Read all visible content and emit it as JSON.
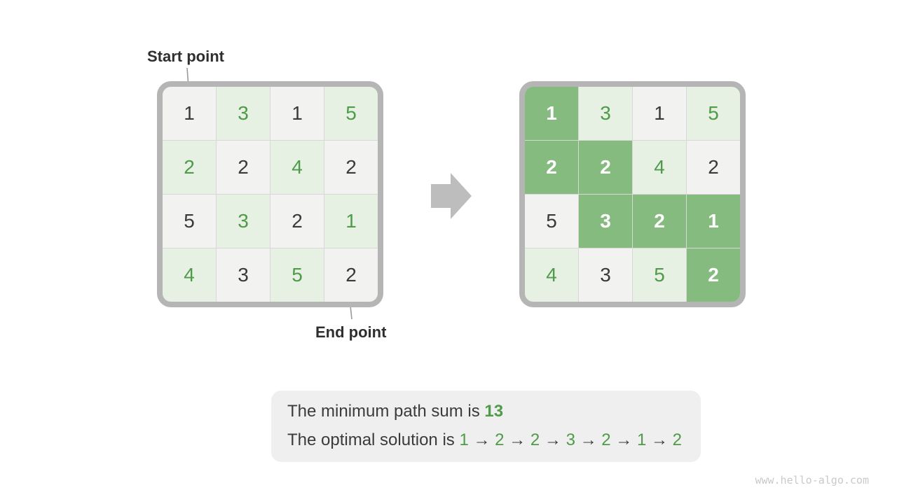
{
  "labels": {
    "start_point": "Start point",
    "end_point": "End point"
  },
  "grid_values": [
    [
      1,
      3,
      1,
      5
    ],
    [
      2,
      2,
      4,
      2
    ],
    [
      5,
      3,
      2,
      1
    ],
    [
      4,
      3,
      5,
      2
    ]
  ],
  "path_cells": [
    [
      0,
      0
    ],
    [
      1,
      0
    ],
    [
      1,
      1
    ],
    [
      2,
      1
    ],
    [
      2,
      2
    ],
    [
      2,
      3
    ],
    [
      3,
      3
    ]
  ],
  "summary": {
    "min_sum_prefix": "The minimum path sum is ",
    "min_sum_value": "13",
    "solution_prefix": "The optimal solution is ",
    "solution_values": [
      1,
      2,
      2,
      3,
      2,
      1,
      2
    ],
    "separator": "→"
  },
  "watermark": "www.hello-algo.com",
  "colors": {
    "cell_gray": "#f2f2f1",
    "cell_green_light": "#e6f0e3",
    "cell_path_green": "#85bb7e",
    "frame_gray": "#b5b5b5",
    "gridline_gray": "#d8d8d8",
    "accent_green": "#4f9b49",
    "block_arrow_gray": "#bdbdbd",
    "text_dark": "#3b3b3b"
  }
}
